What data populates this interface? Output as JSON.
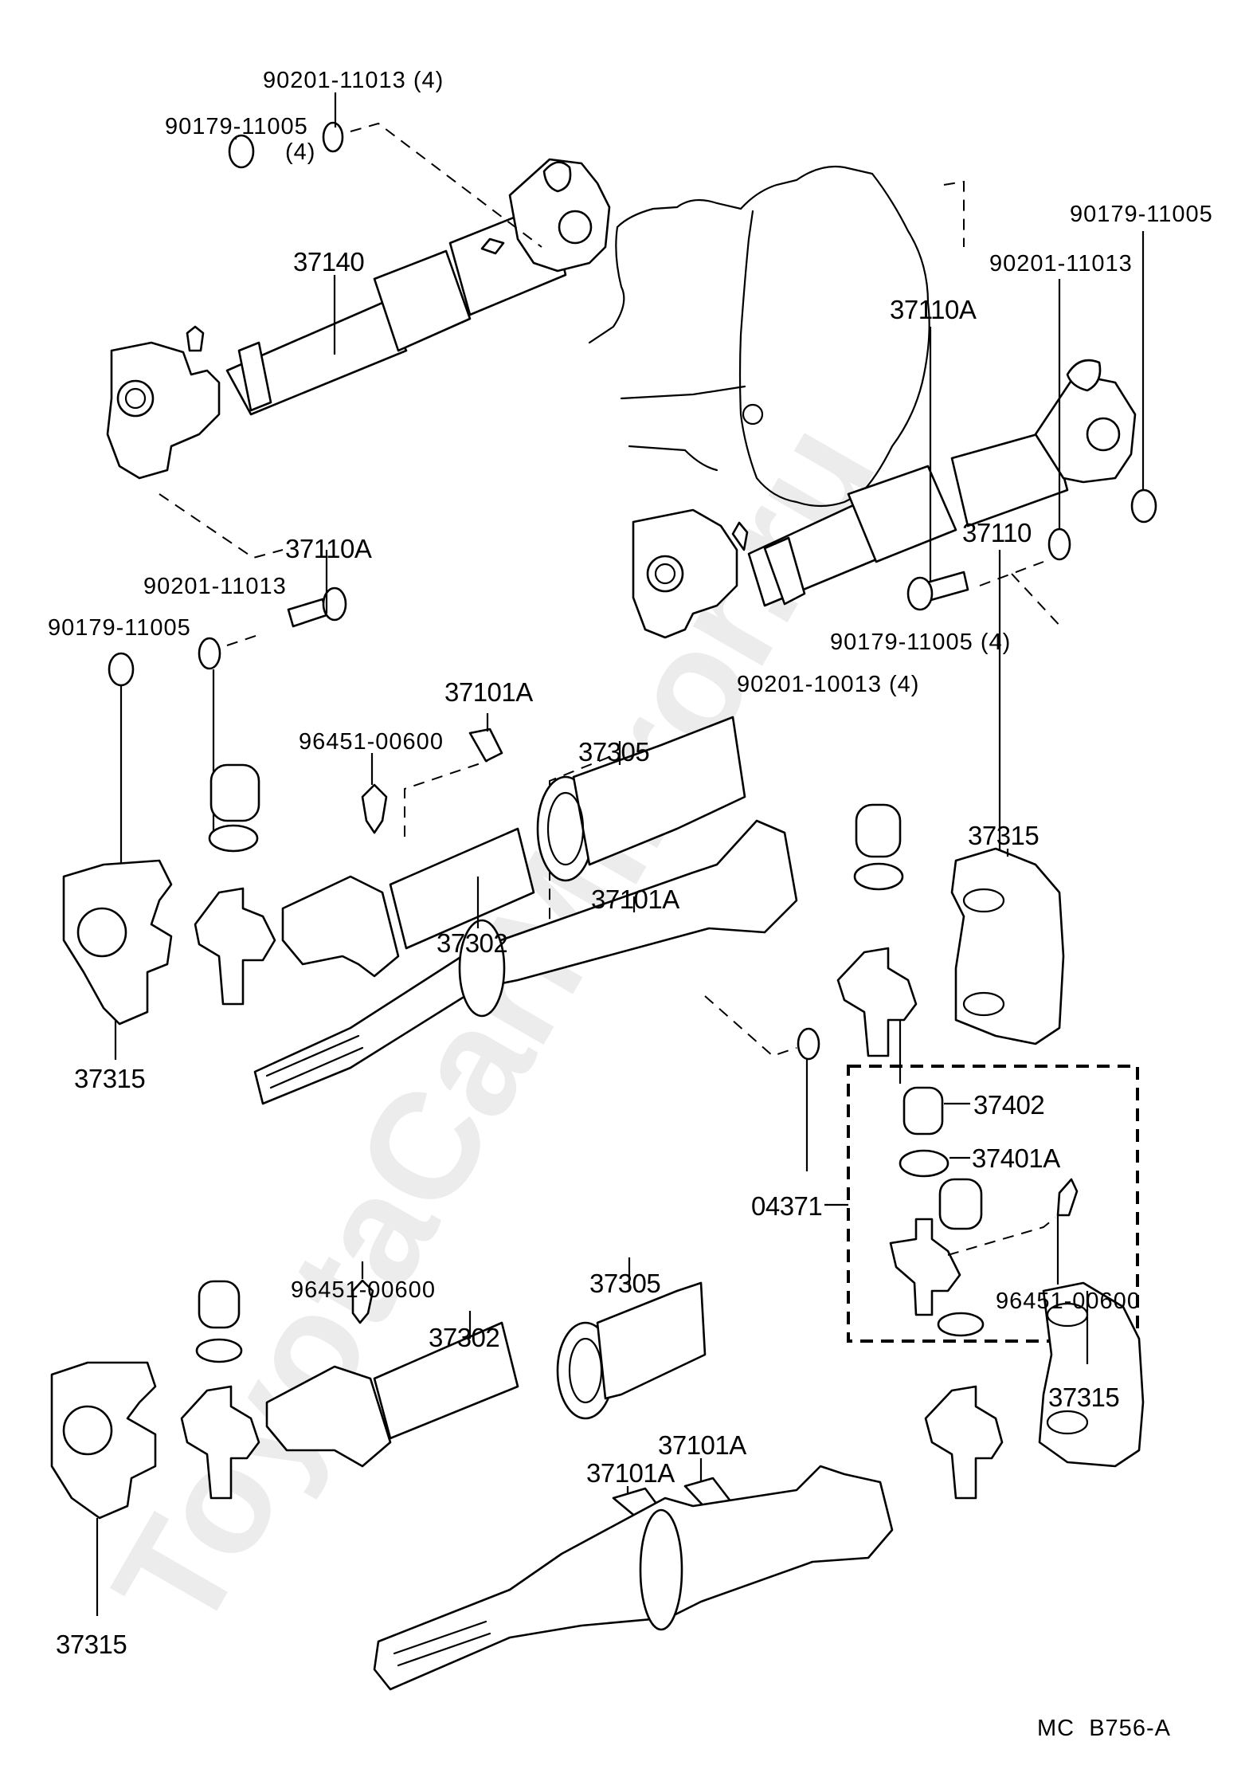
{
  "watermark": "ToyotaCarMirror.ru",
  "diagram_code": "MC  B756-A",
  "groups": {
    "upper_assemblies": {
      "propeller_shaft_front": "37140",
      "propeller_shaft_rear": "37110",
      "labels": [
        {
          "id": "l1",
          "text": "90201-11013 (4)",
          "part": "washer"
        },
        {
          "id": "l2",
          "text": "90179-11005",
          "part": "nut"
        },
        {
          "id": "l3",
          "text": "(4)",
          "part": "nut-qty"
        },
        {
          "id": "l4",
          "text": "37140",
          "part": "propeller-shaft-assembly"
        },
        {
          "id": "l5",
          "text": "90179-11005",
          "part": "nut"
        },
        {
          "id": "l6",
          "text": "90201-11013",
          "part": "washer"
        },
        {
          "id": "l7",
          "text": "37110A",
          "part": "bolt"
        },
        {
          "id": "l8",
          "text": "37110A",
          "part": "bolt"
        },
        {
          "id": "l9",
          "text": "90201-11013",
          "part": "washer"
        },
        {
          "id": "l10",
          "text": "90179-11005",
          "part": "nut"
        },
        {
          "id": "l11",
          "text": "37110",
          "part": "propeller-shaft-assembly"
        },
        {
          "id": "l12",
          "text": "90179-11005 (4)",
          "part": "nut"
        },
        {
          "id": "l13",
          "text": "90201-10013 (4)",
          "part": "washer"
        }
      ]
    },
    "middle_exploded": {
      "labels": [
        {
          "id": "m1",
          "text": "37101A",
          "part": "balance-weight"
        },
        {
          "id": "m2",
          "text": "96451-00600",
          "part": "grease-fitting"
        },
        {
          "id": "m3",
          "text": "37305",
          "part": "sleeve-yoke"
        },
        {
          "id": "m4",
          "text": "37315",
          "part": "flange-yoke"
        },
        {
          "id": "m5",
          "text": "37101A",
          "part": "balance-weight"
        },
        {
          "id": "m6",
          "text": "37302",
          "part": "yoke-shaft"
        },
        {
          "id": "m7",
          "text": "37315",
          "part": "flange-yoke"
        }
      ]
    },
    "spider_kit": {
      "kit_number": "04371",
      "items": [
        {
          "text": "37402",
          "part": "bearing-cup"
        },
        {
          "text": "37401A",
          "part": "snap-ring"
        },
        {
          "text": "96451-00600",
          "part": "grease-fitting"
        }
      ]
    },
    "lower_exploded": {
      "labels": [
        {
          "id": "b1",
          "text": "96451-00600",
          "part": "grease-fitting"
        },
        {
          "id": "b2",
          "text": "37305",
          "part": "sleeve-yoke"
        },
        {
          "id": "b3",
          "text": "37302",
          "part": "yoke-shaft"
        },
        {
          "id": "b4",
          "text": "37315",
          "part": "flange-yoke"
        },
        {
          "id": "b5",
          "text": "37101A",
          "part": "balance-weight"
        },
        {
          "id": "b6",
          "text": "37101A",
          "part": "balance-weight"
        },
        {
          "id": "b7",
          "text": "37315",
          "part": "flange-yoke"
        }
      ]
    }
  }
}
